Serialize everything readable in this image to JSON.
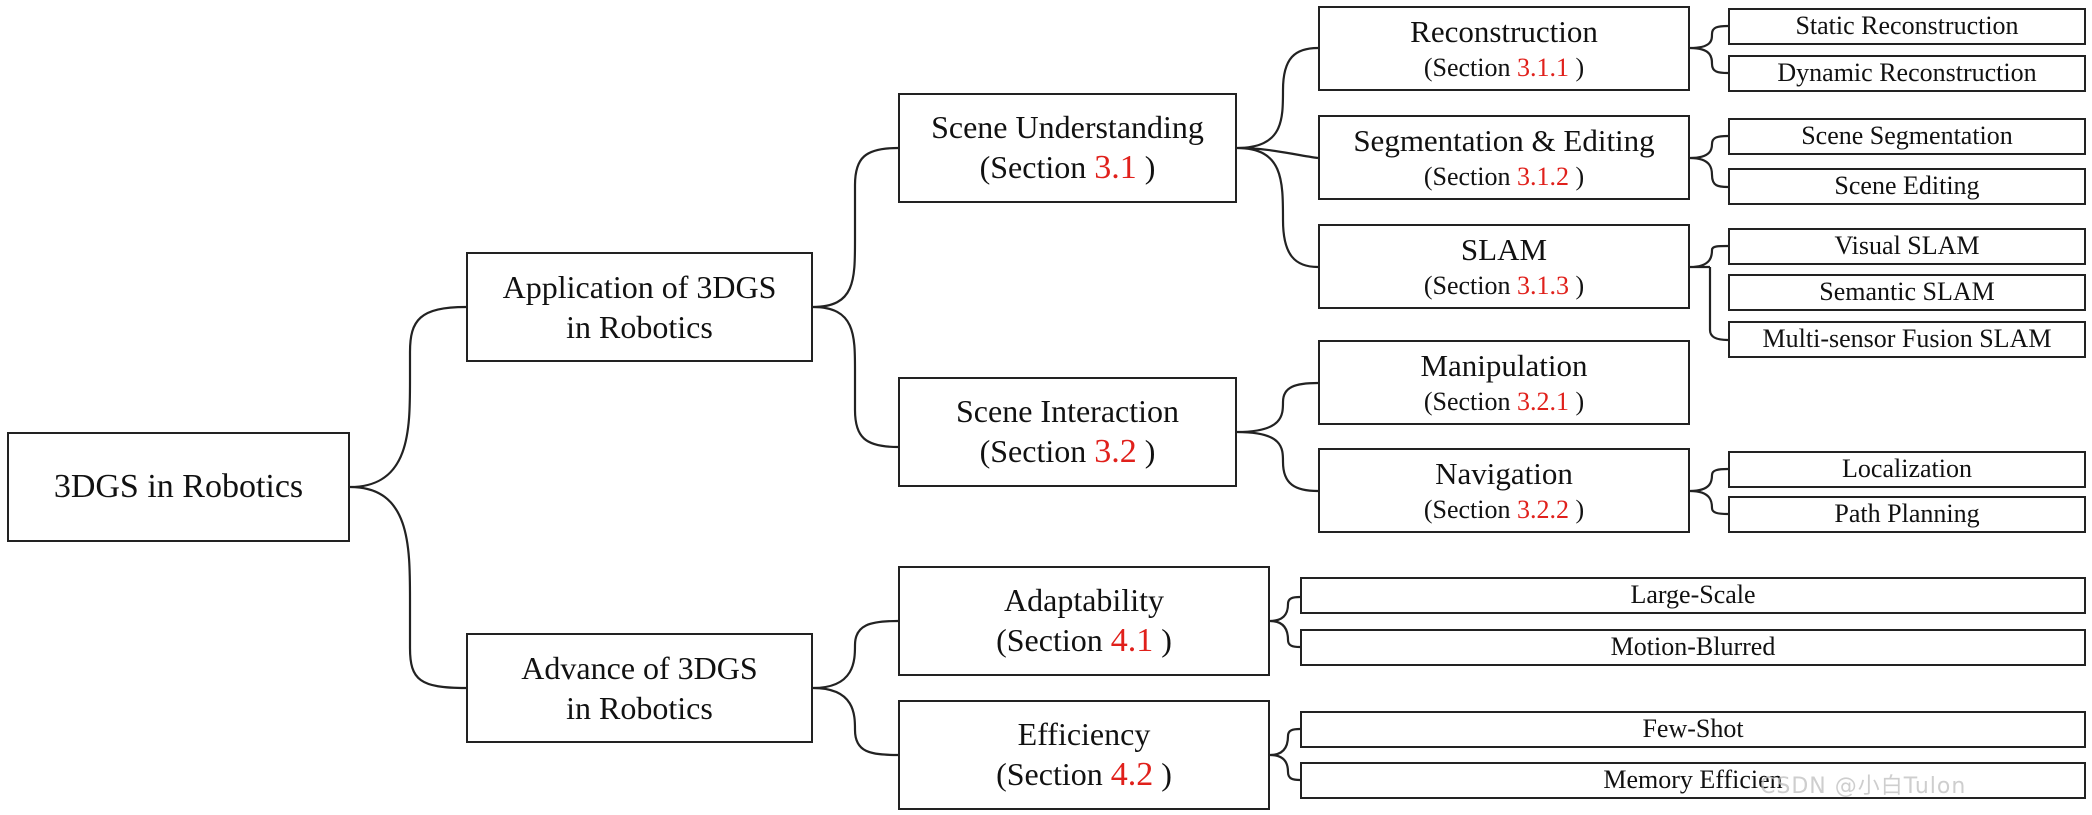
{
  "root": {
    "label": "3DGS in Robotics"
  },
  "level1": {
    "application": {
      "line1": "Application of 3DGS",
      "line2": "in Robotics"
    },
    "advance": {
      "line1": "Advance of 3DGS",
      "line2": "in Robotics"
    }
  },
  "section_prefix": "(Section",
  "section_suffix": ")",
  "level2": {
    "scene_understanding": {
      "title": "Scene Understanding",
      "section": "3.1"
    },
    "scene_interaction": {
      "title": "Scene Interaction",
      "section": "3.2"
    },
    "adaptability": {
      "title": "Adaptability",
      "section": "4.1"
    },
    "efficiency": {
      "title": "Efficiency",
      "section": "4.2"
    }
  },
  "level3": {
    "reconstruction": {
      "title": "Reconstruction",
      "section": "3.1.1"
    },
    "segmentation": {
      "title": "Segmentation & Editing",
      "section": "3.1.2"
    },
    "slam": {
      "title": "SLAM",
      "section": "3.1.3"
    },
    "manipulation": {
      "title": "Manipulation",
      "section": "3.2.1"
    },
    "navigation": {
      "title": "Navigation",
      "section": "3.2.2"
    }
  },
  "leaves": {
    "static_reconstruction": "Static Reconstruction",
    "dynamic_reconstruction": "Dynamic Reconstruction",
    "scene_segmentation": "Scene Segmentation",
    "scene_editing": "Scene Editing",
    "visual_slam": "Visual SLAM",
    "semantic_slam": "Semantic SLAM",
    "multi_sensor_slam": "Multi-sensor Fusion SLAM",
    "localization": "Localization",
    "path_planning": "Path Planning",
    "large_scale": "Large-Scale",
    "motion_blurred": "Motion-Blurred",
    "few_shot": "Few-Shot",
    "memory_efficient": "Memory Efficien"
  },
  "watermark": "CSDN @小白Tulon"
}
